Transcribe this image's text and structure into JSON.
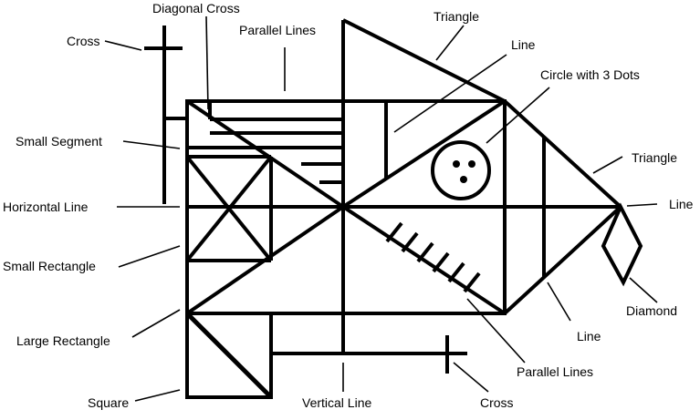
{
  "colors": {
    "stroke": "#000000",
    "background": "#ffffff"
  },
  "labels": {
    "diagonal_cross": "Diagonal Cross",
    "triangle_top": "Triangle",
    "cross_top": "Cross",
    "parallel_lines_top": "Parallel Lines",
    "line_top": "Line",
    "circle_with_3_dots": "Circle with 3 Dots",
    "small_segment": "Small Segment",
    "triangle_right": "Triangle",
    "horizontal_line": "Horizontal Line",
    "line_right": "Line",
    "small_rectangle": "Small Rectangle",
    "diamond": "Diamond",
    "large_rectangle": "Large Rectangle",
    "line_bottom_right": "Line",
    "parallel_lines_bottom": "Parallel Lines",
    "square": "Square",
    "vertical_line": "Vertical Line",
    "cross_bottom": "Cross"
  }
}
